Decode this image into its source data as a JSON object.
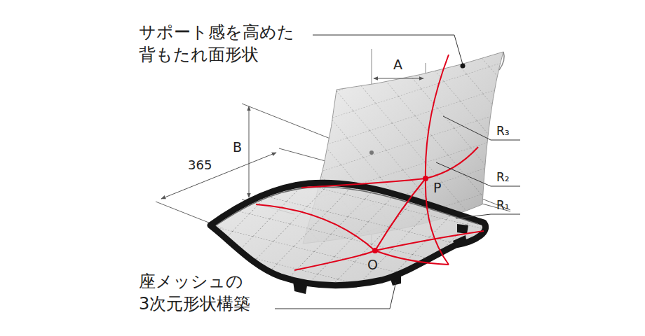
{
  "diagram": {
    "labels": [
      "サポート感を高めた 背もたれ面形状",
      "A",
      "R₃",
      "B",
      "365",
      "R₂",
      "P",
      "R₁",
      "O",
      "座メッシュの 3次元形状構築"
    ]
  }
}
